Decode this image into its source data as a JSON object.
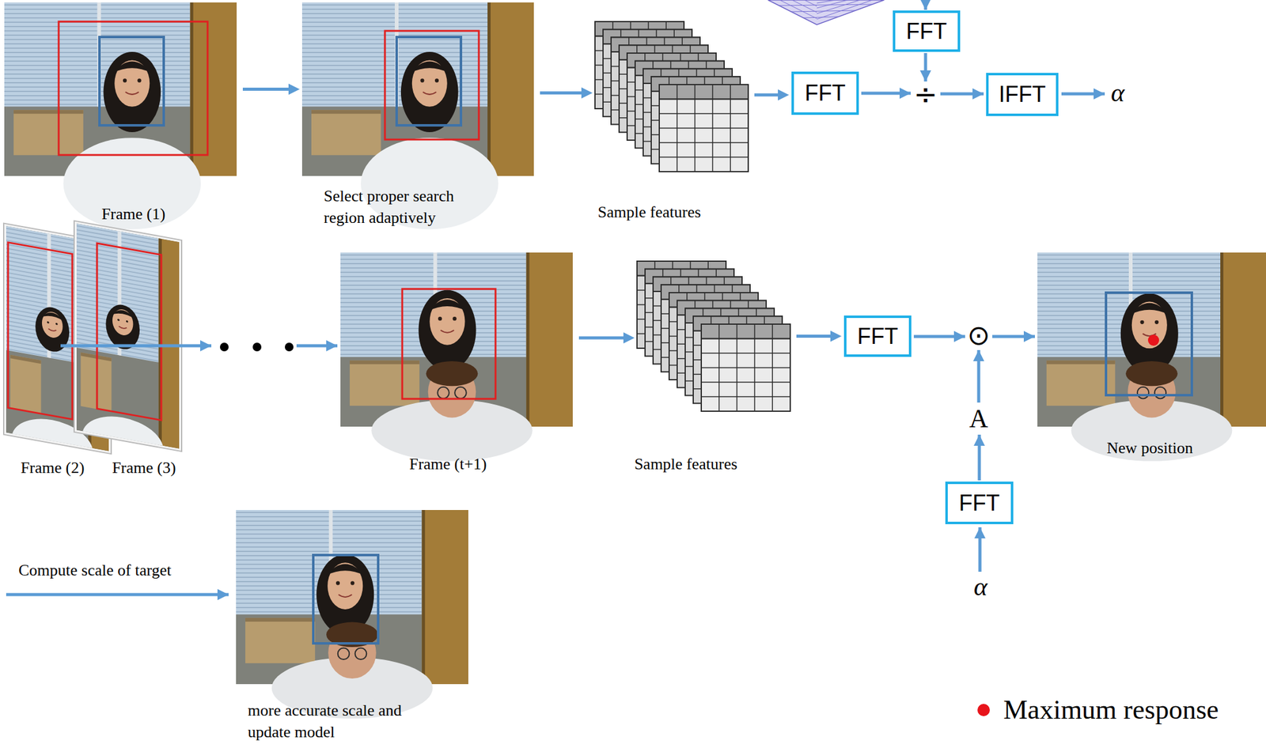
{
  "diagram": {
    "nodes": [
      {
        "text": [
          "FFT"
        ]
      },
      {
        "text": [
          "Frame (1)"
        ]
      },
      {
        "text": [
          "Select proper search region adaptively"
        ]
      },
      {
        "text": [
          "Sample features"
        ]
      },
      {
        "text": [
          "FFT"
        ]
      },
      {
        "text": [
          "IFFT"
        ]
      },
      {
        "text": [
          "Frame (2)"
        ]
      },
      {
        "text": [
          "Frame (3)"
        ]
      },
      {
        "text": [
          "Frame (t+1)"
        ]
      },
      {
        "text": [
          "Sample features"
        ]
      },
      {
        "text": [
          "FFT"
        ]
      },
      {
        "text": [
          "New position"
        ]
      },
      {
        "text": [
          "FFT"
        ]
      },
      {
        "text": [
          "more accurate scale and update model"
        ]
      }
    ],
    "edges": [
      {
        "from": 1,
        "to": 2,
        "arrow": "to"
      },
      {
        "from": 2,
        "to": 3,
        "arrow": "to"
      },
      {
        "from": 3,
        "to": 4,
        "arrow": "to"
      },
      {
        "from": 8,
        "to": 9,
        "arrow": "to"
      },
      {
        "from": 9,
        "to": 10,
        "arrow": "to"
      }
    ],
    "labels": [
      "÷",
      "α",
      "⊙",
      "A",
      "α",
      "Compute scale of target"
    ],
    "legend": [
      {
        "text": "Maximum response",
        "color": "#e8141b"
      }
    ]
  }
}
